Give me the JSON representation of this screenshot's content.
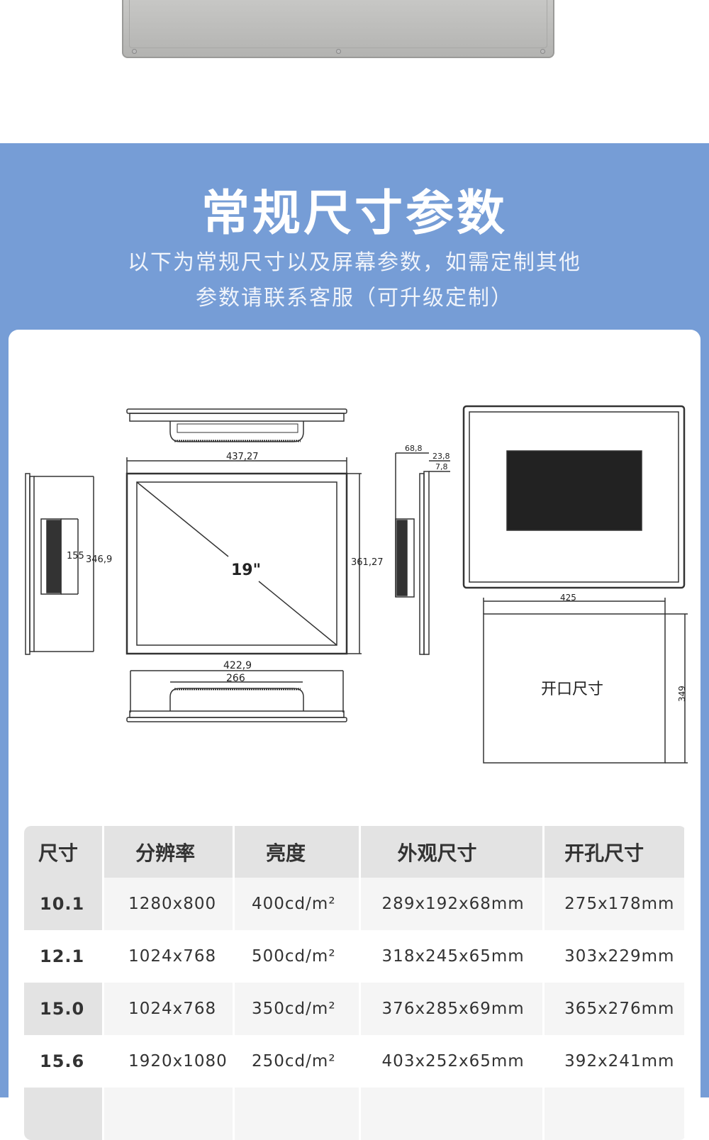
{
  "section": {
    "title": "常规尺寸参数",
    "subtitle_line1": "以下为常规尺寸以及屏幕参数，如需定制其他",
    "subtitle_line2": "参数请联系客服（可升级定制）"
  },
  "drawing": {
    "screen_size": "19\"",
    "width_top": "437,27",
    "height_right": "361,27",
    "side_inner": "155",
    "side_outer": "346,9",
    "bottom_outer": "422,9",
    "bottom_inner": "266",
    "depth_total": "68,8",
    "depth_a": "23,8",
    "depth_b": "7,8",
    "cutout_label": "开口尺寸",
    "cutout_width": "425",
    "cutout_height": "349"
  },
  "table": {
    "headers": [
      "尺寸",
      "分辨率",
      "亮度",
      "外观尺寸",
      "开孔尺寸"
    ],
    "rows": [
      [
        "10.1",
        "1280x800",
        "400cd/m²",
        "289x192x68mm",
        "275x178mm"
      ],
      [
        "12.1",
        "1024x768",
        "500cd/m²",
        "318x245x65mm",
        "303x229mm"
      ],
      [
        "15.0",
        "1024x768",
        "350cd/m²",
        "376x285x69mm",
        "365x276mm"
      ],
      [
        "15.6",
        "1920x1080",
        "250cd/m²",
        "403x252x65mm",
        "392x241mm"
      ]
    ]
  }
}
